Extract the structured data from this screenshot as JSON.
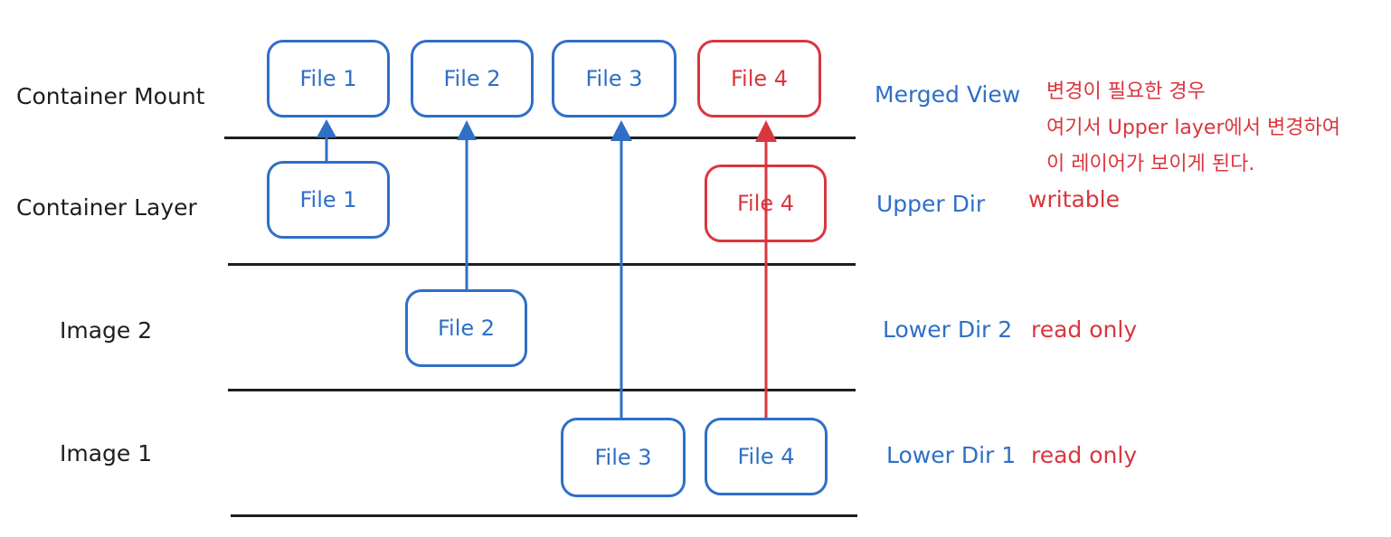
{
  "rows": [
    {
      "label": "Container Mount",
      "side": "Merged View",
      "note": ""
    },
    {
      "label": "Container Layer",
      "side": "Upper Dir",
      "note": "writable"
    },
    {
      "label": "Image 2",
      "side": "Lower Dir 2",
      "note": "read only"
    },
    {
      "label": "Image 1",
      "side": "Lower Dir 1",
      "note": "read only"
    }
  ],
  "files": {
    "mount": [
      "File 1",
      "File 2",
      "File 3",
      "File 4"
    ],
    "container_layer": [
      "File 1",
      "File 4"
    ],
    "image2": [
      "File 2"
    ],
    "image1": [
      "File 3",
      "File 4"
    ]
  },
  "annotation": {
    "line1": "변경이 필요한 경우",
    "line2": "여기서 Upper layer에서 변경하여",
    "line3": "이 레이어가 보이게 된다."
  },
  "colors": {
    "blue": "#2f6fc7",
    "red": "#d9363e",
    "line": "#1e1e1e"
  }
}
